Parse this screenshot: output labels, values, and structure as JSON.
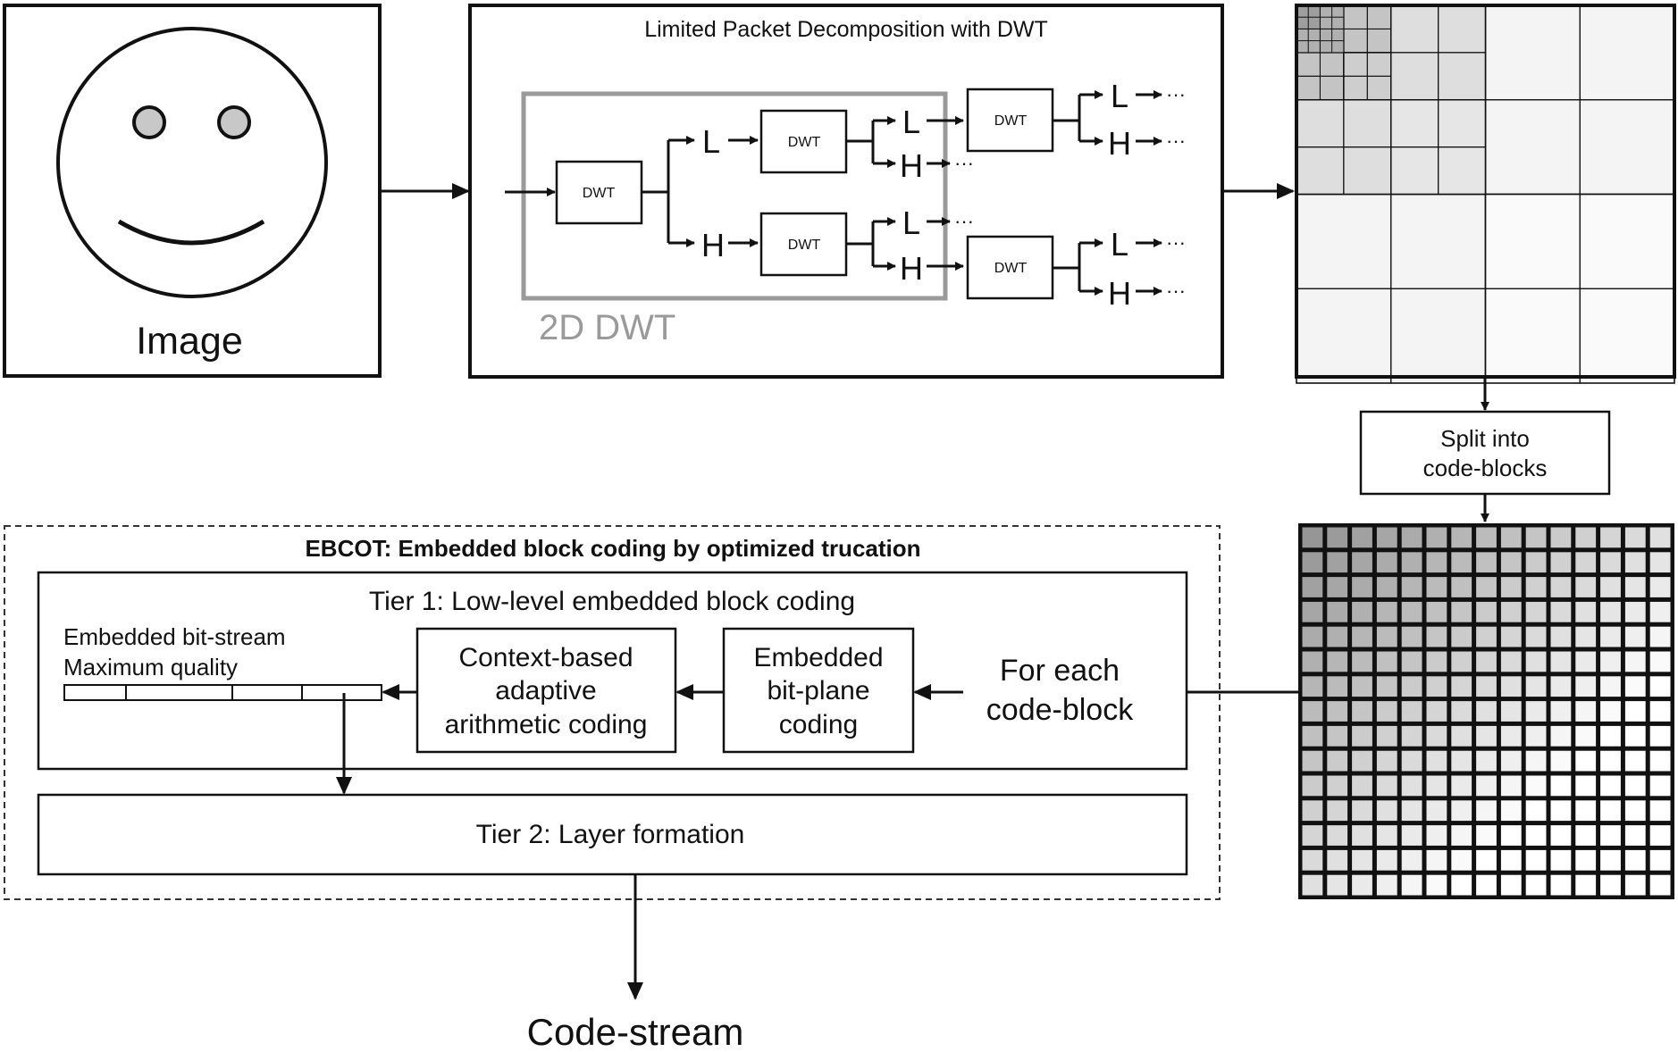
{
  "image_block": {
    "label": "Image"
  },
  "dwt_block": {
    "title": "Limited Packet Decomposition with DWT",
    "module_label": "DWT",
    "low_label": "L",
    "high_label": "H",
    "continuation": "···",
    "group_label": "2D DWT"
  },
  "split_box": {
    "line1": "Split into",
    "line2": "code-blocks"
  },
  "ebcot": {
    "title": "EBCOT: Embedded block coding by optimized trucation",
    "tier1": {
      "title": "Tier 1: Low-level embedded block coding",
      "bitstream_line1": "Embedded bit-stream",
      "bitstream_line2": "Maximum quality",
      "context_box": [
        "Context-based",
        "adaptive",
        "arithmetic coding"
      ],
      "bitplane_box": [
        "Embedded",
        "bit-plane",
        "coding"
      ],
      "for_each": [
        "For each",
        "code-block"
      ]
    },
    "tier2": {
      "title": "Tier 2: Layer formation"
    }
  },
  "output": {
    "label": "Code-stream"
  },
  "colors": {
    "stroke": "#111111",
    "group_box": "#9a9a9a",
    "fill_light": "#f3f3f3"
  }
}
